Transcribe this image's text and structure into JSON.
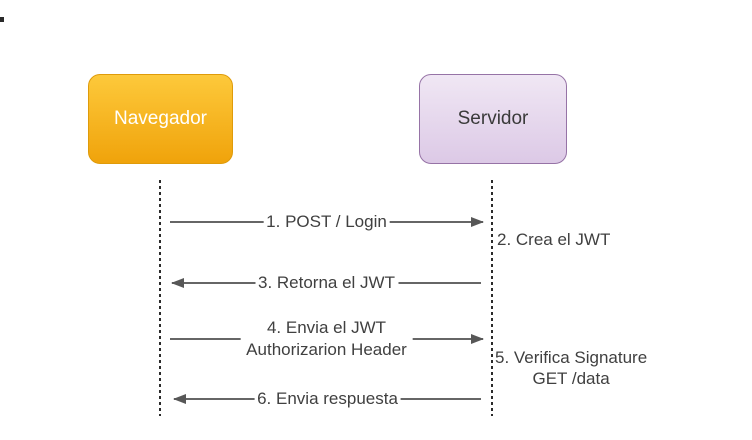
{
  "diagram": {
    "type": "sequence-diagram",
    "actors": [
      {
        "name": "Navegador",
        "fill_top": "#FDC93B",
        "fill_bottom": "#F0A30B",
        "border": "#DF9B0A",
        "text_color": "#FFFFFF"
      },
      {
        "name": "Servidor",
        "fill_top": "#F0E7F4",
        "fill_bottom": "#DCC9E6",
        "border": "#9673A6",
        "text_color": "#3A3A3A"
      }
    ],
    "messages": [
      {
        "label": "1. POST / Login",
        "from": "Navegador",
        "to": "Servidor",
        "direction": "right"
      },
      {
        "label": "3. Retorna el JWT",
        "from": "Servidor",
        "to": "Navegador",
        "direction": "left"
      },
      {
        "label": "4. Envia el JWT",
        "label2": "Authorizarion Header",
        "from": "Navegador",
        "to": "Servidor",
        "direction": "right"
      },
      {
        "label": "6. Envia respuesta",
        "from": "Servidor",
        "to": "Navegador",
        "direction": "left"
      }
    ],
    "annotations": [
      {
        "line1": "2. Crea el JWT"
      },
      {
        "line1": "5. Verifica Signature",
        "line2": "GET /data"
      }
    ],
    "colors": {
      "arrow_line": "#666666",
      "arrowhead": "#575757",
      "label_text": "#404040",
      "lifeline": "#2B2B2B",
      "background": "#FFFFFF"
    }
  }
}
